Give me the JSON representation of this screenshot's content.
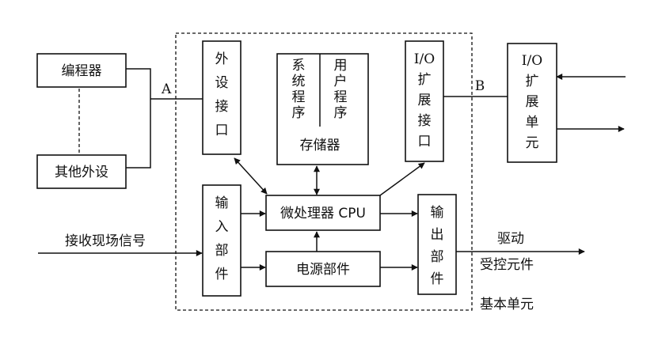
{
  "labels": {
    "programmer": "编程器",
    "other_peripherals": "其他外设",
    "peripheral_interface": [
      "外",
      "设",
      "接",
      "口"
    ],
    "system_program": [
      "系",
      "统",
      "程",
      "序"
    ],
    "user_program": [
      "用",
      "户",
      "程",
      "序"
    ],
    "memory": "存储器",
    "io_expansion_interface": [
      "I/O",
      "扩",
      "展",
      "接",
      "口"
    ],
    "io_expansion_unit": [
      "I/O",
      "扩",
      "展",
      "单",
      "元"
    ],
    "input_unit": [
      "输",
      "入",
      "部",
      "件"
    ],
    "cpu": "微处理器 CPU",
    "power_unit": "电源部件",
    "output_unit": [
      "输",
      "出",
      "部",
      "件"
    ],
    "field_signal": "接收现场信号",
    "drive_line1": "驱动",
    "drive_line2": "受控元件",
    "base_unit": "基本单元",
    "point_a": "A",
    "point_b": "B"
  }
}
